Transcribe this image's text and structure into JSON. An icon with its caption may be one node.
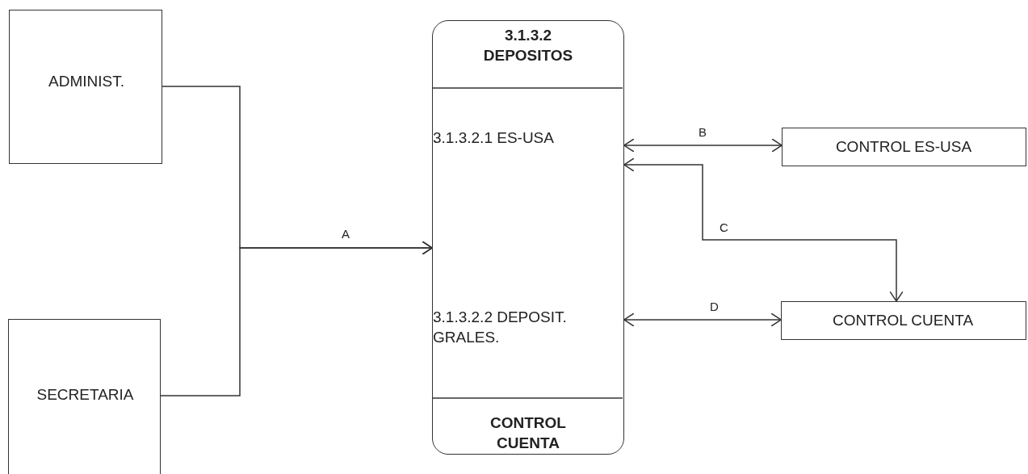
{
  "diagram": {
    "nodes": [
      {
        "text": [
          "ADMINIST."
        ]
      },
      {
        "text": [
          "SECRETARIA"
        ]
      },
      {
        "text": [
          "3.1.3.2 DEPOSITOS",
          "3.1.3.2.1 ES-USA",
          "3.1.3.2.2 DEPOSIT. GRALES.",
          "CONTROL CUENTA"
        ]
      },
      {
        "text": [
          "CONTROL ES-USA"
        ]
      },
      {
        "text": [
          "CONTROL CUENTA"
        ]
      }
    ],
    "edges": [
      {
        "from": 0,
        "to": 2,
        "arrow": "to",
        "label": "A"
      },
      {
        "from": 1,
        "to": 2,
        "arrow": "to"
      },
      {
        "from": 2,
        "to": 3,
        "arrow": "both",
        "label": "B"
      },
      {
        "from": 4,
        "to": 2,
        "arrow": "both",
        "label": "C"
      },
      {
        "from": 2,
        "to": 4,
        "arrow": "both",
        "label": "D"
      }
    ]
  }
}
